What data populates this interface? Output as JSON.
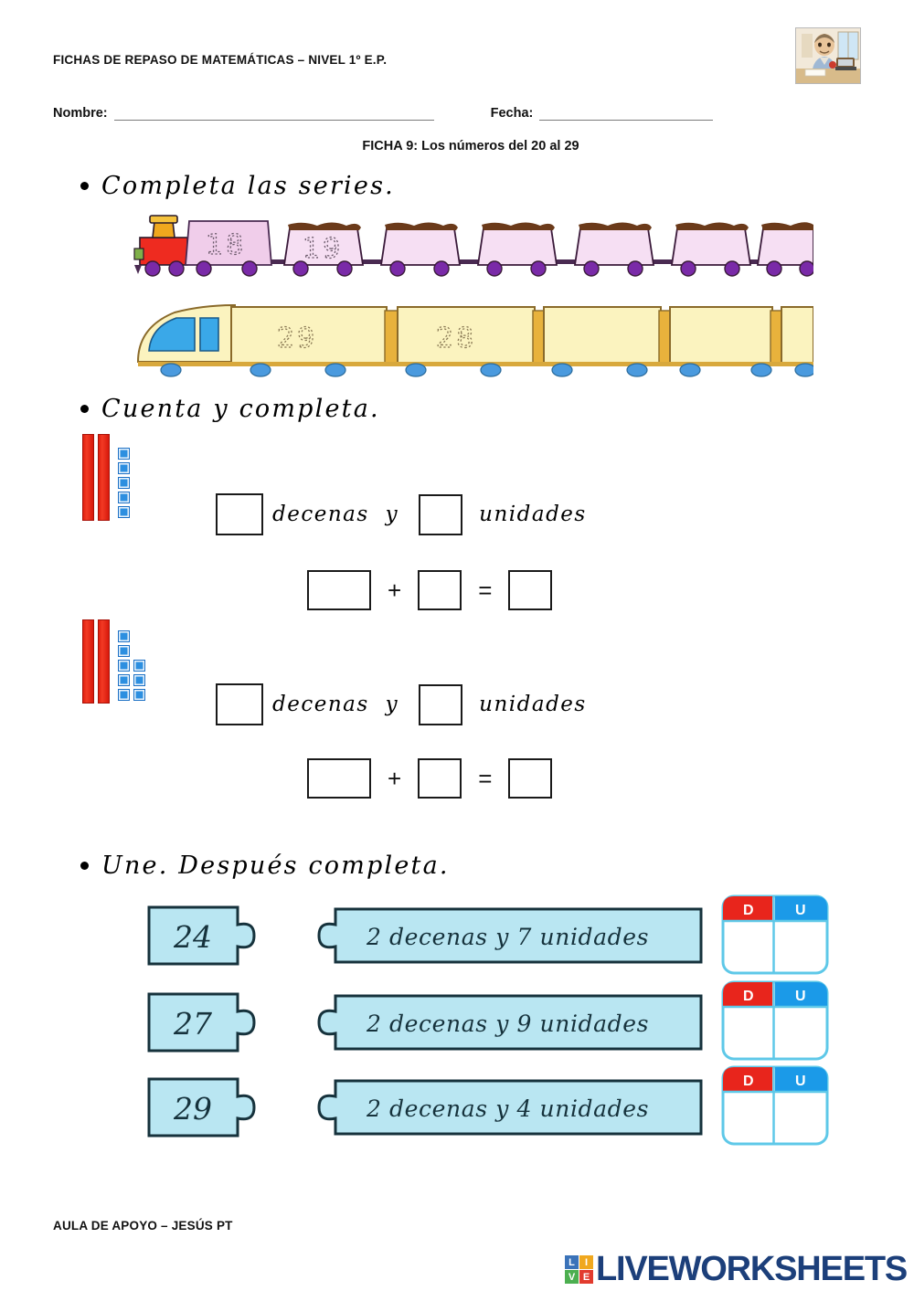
{
  "header": {
    "title": "FICHAS DE REPASO DE MATEMÁTICAS – NIVEL 1º E.P.",
    "name_label": "Nombre:",
    "date_label": "Fecha:",
    "name_value": "",
    "date_value": "",
    "ficha_title": "FICHA 9: Los números del 20 al 29",
    "thumbnail_alt": "teacher-desk-illustration"
  },
  "exercises": [
    {
      "id": "ex1",
      "instruction": "Completa las series.",
      "trains": [
        {
          "id": "pink-train",
          "color": "#f0ccea",
          "direction": "ascending",
          "cars": [
            "18",
            "19",
            "",
            "",
            "",
            "",
            ""
          ]
        },
        {
          "id": "yellow-train",
          "color": "#fbf3bf",
          "direction": "descending",
          "cars": [
            "29",
            "28",
            "",
            "",
            "",
            ""
          ]
        }
      ]
    },
    {
      "id": "ex2",
      "instruction": "Cuenta y completa.",
      "groups": [
        {
          "id": "group-1",
          "tens_rods": 2,
          "unit_cubes": 5,
          "cube_rows": [
            1,
            1,
            1,
            1,
            1
          ],
          "value": 25,
          "tens_box": "",
          "units_box": "",
          "tens_label": "decenas",
          "and_label": "y",
          "units_label": "unidades",
          "addend_1": "",
          "plus_sign": "+",
          "addend_2": "",
          "equals_sign": "=",
          "result": ""
        },
        {
          "id": "group-2",
          "tens_rods": 2,
          "unit_cubes": 8,
          "cube_rows": [
            1,
            1,
            2,
            2,
            2
          ],
          "value": 28,
          "tens_box": "",
          "units_box": "",
          "tens_label": "decenas",
          "and_label": "y",
          "units_label": "unidades",
          "addend_1": "",
          "plus_sign": "+",
          "addend_2": "",
          "equals_sign": "=",
          "result": ""
        }
      ]
    },
    {
      "id": "ex3",
      "instruction": "Une. Después completa.",
      "rows": [
        {
          "number": "24",
          "phrase": "2 decenas y 7 unidades",
          "table": {
            "d_header": "D",
            "u_header": "U",
            "d_value": "",
            "u_value": ""
          }
        },
        {
          "number": "27",
          "phrase": "2 decenas y 9 unidades",
          "table": {
            "d_header": "D",
            "u_header": "U",
            "d_value": "",
            "u_value": ""
          }
        },
        {
          "number": "29",
          "phrase": "2 decenas y 4 unidades",
          "table": {
            "d_header": "D",
            "u_header": "U",
            "d_value": "",
            "u_value": ""
          }
        }
      ]
    }
  ],
  "footer": {
    "credit": "AULA DE APOYO – JESÚS PT",
    "logo_cells": [
      "L",
      "I",
      "V",
      "E"
    ],
    "logo_word": "LIVEWORKSHEETS"
  },
  "colors": {
    "rod_red": "#e02010",
    "cube_blue": "#2d8fe0",
    "puzzle_fill": "#b9e6f2",
    "d_header": "#e8251c",
    "u_header": "#1b9ae8",
    "logo_blue": "#1c3f7a"
  }
}
